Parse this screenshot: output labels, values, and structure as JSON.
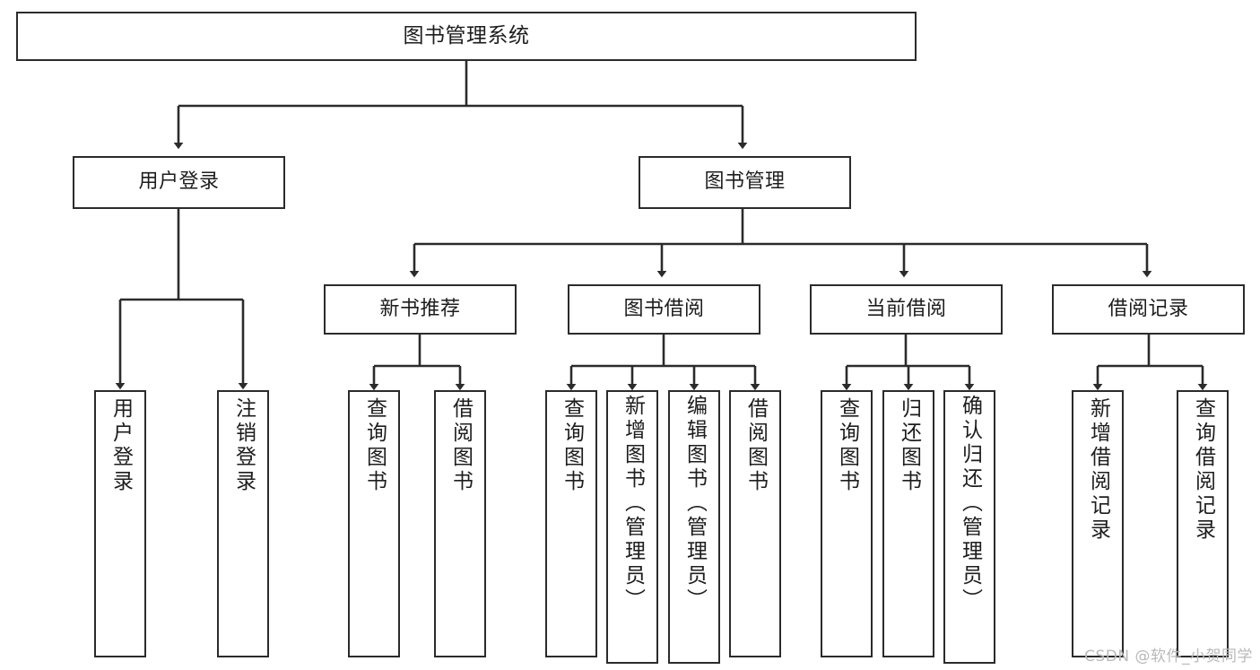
{
  "diagram": {
    "title": "图书管理系统",
    "type": "tree-hierarchy-chart",
    "colors": {
      "stroke": "#2b2b2b",
      "fill": "#ffffff",
      "text": "#1d1d1d",
      "watermark": "#b9b9b9"
    },
    "watermark": "CSDN @软件_小贺同学",
    "levels": {
      "root": "图书管理系统",
      "level2": [
        "用户登录",
        "图书管理"
      ],
      "level3": [
        "新书推荐",
        "图书借阅",
        "当前借阅",
        "借阅记录"
      ]
    },
    "nodes": {
      "root": {
        "label": "图书管理系统"
      },
      "user_login": {
        "label": "用户登录"
      },
      "book_manage": {
        "label": "图书管理"
      },
      "new_book_rec": {
        "label": "新书推荐"
      },
      "book_borrow": {
        "label": "图书借阅"
      },
      "current_borrow": {
        "label": "当前借阅"
      },
      "borrow_record": {
        "label": "借阅记录"
      },
      "leaf_user_login": {
        "label": "用户登录"
      },
      "leaf_logout": {
        "label": "注销登录"
      },
      "leaf_query_book_1": {
        "label": "查询图书"
      },
      "leaf_borrow_book_1": {
        "label": "借阅图书"
      },
      "leaf_query_book_2": {
        "label": "查询图书"
      },
      "leaf_add_book_admin": {
        "label": "新增图书（管理员）"
      },
      "leaf_edit_book_admin": {
        "label": "编辑图书（管理员）"
      },
      "leaf_borrow_book_2": {
        "label": "借阅图书"
      },
      "leaf_query_book_3": {
        "label": "查询图书"
      },
      "leaf_return_book": {
        "label": "归还图书"
      },
      "leaf_confirm_return_admin": {
        "label": "确认归还（管理员）"
      },
      "leaf_add_record": {
        "label": "新增借阅记录"
      },
      "leaf_query_record": {
        "label": "查询借阅记录"
      }
    }
  }
}
